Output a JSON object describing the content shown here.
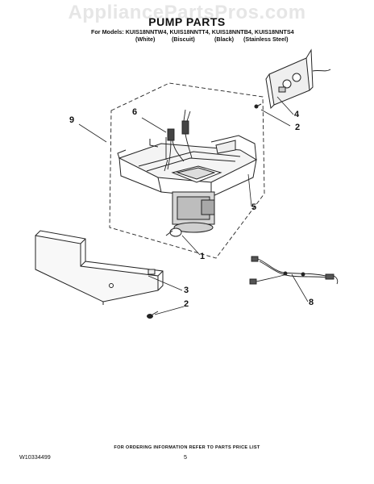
{
  "watermark": "AppliancePartsPros.com",
  "title": "PUMP PARTS",
  "models_line": "For Models: KUIS18NNTW4, KUIS18NNTT4, KUIS18NNTB4, KUIS18NNTS4",
  "colors": [
    "(White)",
    "(Biscuit)",
    "(Black)",
    "(Stainless Steel)"
  ],
  "callouts": {
    "c1": "1",
    "c2a": "2",
    "c2b": "2",
    "c3": "3",
    "c4": "4",
    "c5": "5",
    "c6": "6",
    "c8": "8",
    "c9": "9"
  },
  "footer_note": "FOR ORDERING INFORMATION REFER TO PARTS PRICE LIST",
  "doc_number": "W10334499",
  "page_number": "5"
}
